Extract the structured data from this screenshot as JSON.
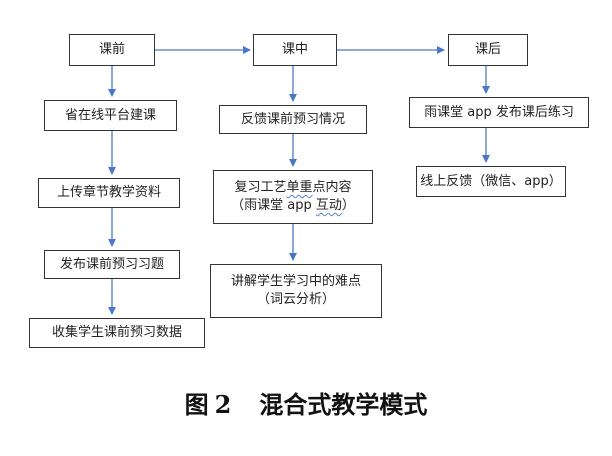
{
  "stages": {
    "pre": "课前",
    "mid": "课中",
    "post": "课后"
  },
  "pre_steps": [
    "省在线平台建课",
    "上传章节教学资料",
    "发布课前预习习题",
    "收集学生课前预习数据"
  ],
  "mid_steps": {
    "s1": "反馈课前预习情况",
    "s2_line1_a": "复习工艺",
    "s2_line1_b": "单重",
    "s2_line1_c": "点内容",
    "s2_line2_a": "（雨课堂 app ",
    "s2_line2_b": "互动",
    "s2_line2_c": "）",
    "s3_line1": "讲解学生学习中的难点",
    "s3_line2": "（词云分析）"
  },
  "post_steps": [
    "雨课堂 app 发布课后练习",
    "线上反馈（微信、app）"
  ],
  "caption": {
    "fig": "图",
    "num": "2",
    "title": "混合式教学模式"
  },
  "colors": {
    "arrow": "#4a78c8",
    "border": "#333333",
    "squiggle": "#5b7fd6"
  }
}
